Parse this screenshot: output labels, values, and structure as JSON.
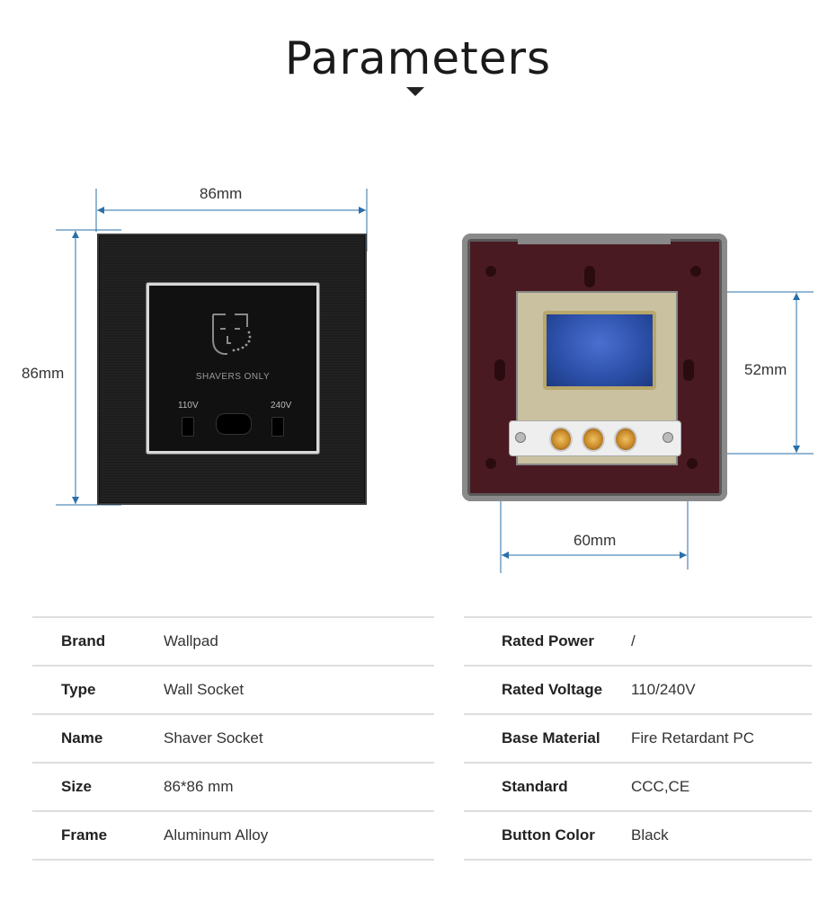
{
  "title": "Parameters",
  "dimensions": {
    "front_width": "86mm",
    "front_height": "86mm",
    "back_height": "52mm",
    "back_width": "60mm"
  },
  "socket_face": {
    "shavers_text": "SHAVERS  ONLY",
    "voltage_left": "110V",
    "voltage_right": "240V"
  },
  "specs_left": [
    {
      "label": "Brand",
      "value": "Wallpad"
    },
    {
      "label": "Type",
      "value": "Wall Socket"
    },
    {
      "label": "Name",
      "value": "Shaver Socket"
    },
    {
      "label": "Size",
      "value": "86*86 mm"
    },
    {
      "label": "Frame",
      "value": "Aluminum Alloy"
    }
  ],
  "specs_right": [
    {
      "label": "Rated Power",
      "value": "/"
    },
    {
      "label": "Rated Voltage",
      "value": "110/240V"
    },
    {
      "label": "Base Material",
      "value": "Fire Retardant PC"
    },
    {
      "label": "Standard",
      "value": "CCC,CE"
    },
    {
      "label": "Button Color",
      "value": "Black"
    }
  ],
  "colors": {
    "dimension_line": "#2a6fa8",
    "text": "#222222",
    "divider": "#dedede"
  }
}
